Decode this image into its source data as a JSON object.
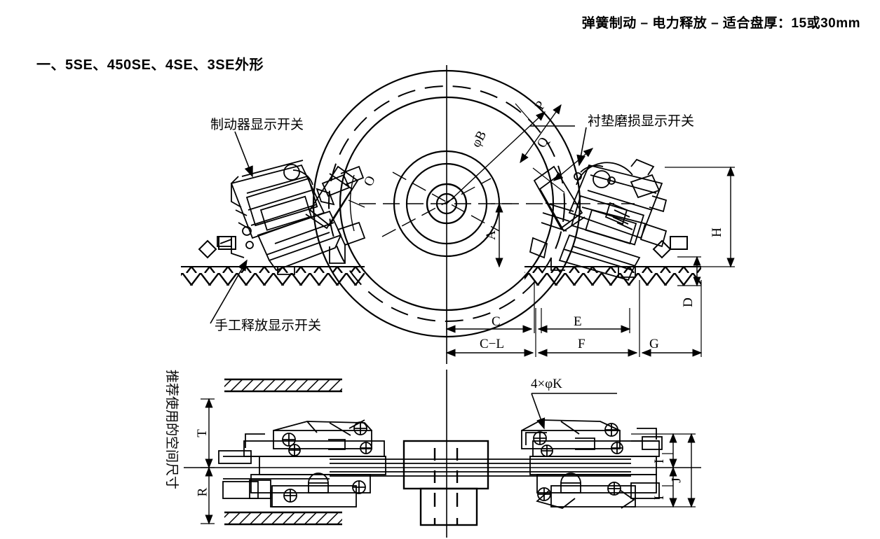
{
  "header": {
    "title": "弹簧制动 – 电力释放 – 适合盘厚：15或30mm"
  },
  "section": {
    "title": "一、5SE、450SE、4SE、3SE外形"
  },
  "annotations": {
    "brake_indicator_switch": "制动器显示开关",
    "lining_wear_indicator_switch": "衬垫磨损显示开关",
    "manual_release_indicator_switch": "手工释放显示开关",
    "recommended_space": "推荐使用的空间尺寸",
    "bolt_callout": "4×φK"
  },
  "dimensions": {
    "disc_diameter": "φB",
    "pad_p": "P",
    "pad_q": "Q",
    "arc_o": "O",
    "height_a": "A",
    "height_h": "H",
    "height_d": "D",
    "width_c": "C",
    "width_c_l": "C−L",
    "width_e": "E",
    "width_f": "F",
    "width_g": "G",
    "plan_t": "T",
    "plan_r": "R",
    "plan_i_upper": "I",
    "plan_i_lower": "I",
    "plan_j": "J"
  },
  "colors": {
    "line": "#000000",
    "background": "#ffffff"
  }
}
